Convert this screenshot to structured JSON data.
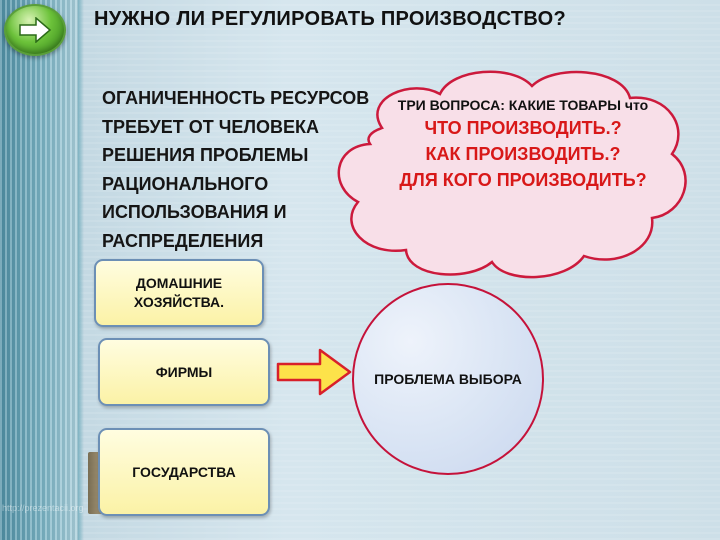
{
  "nav": {
    "next_icon": "right-arrow-icon"
  },
  "watermark": "http://prezentacii.org",
  "title": "НУЖНО ЛИ РЕГУЛИРОВАТЬ ПРОИЗВОДСТВО?",
  "body_lines": [
    "ОГАНИЧЕННОСТЬ РЕСУРСОВ",
    "ТРЕБУЕТ ОТ ЧЕЛОВЕКА",
    "РЕШЕНИЯ ПРОБЛЕМЫ",
    "РАЦИОНАЛЬНОГО",
    "ИСПОЛЬЗОВАНИЯ И",
    "РАСПРЕДЕЛЕНИЯ"
  ],
  "cloud": {
    "heading": "ТРИ ВОПРОСА: КАКИЕ ТОВАРЫ что",
    "q1": "ЧТО ПРОИЗВОДИТЬ.?",
    "q2": "КАК ПРОИЗВОДИТЬ.?",
    "q3": "ДЛЯ КОГО ПРОИЗВОДИТЬ?"
  },
  "boxes": {
    "households": "ДОМАШНИЕ ХОЗЯЙСТВА.",
    "firms": "ФИРМЫ",
    "government": "ГОСУДАРСТВА"
  },
  "circle_label": "ПРОБЛЕМА ВЫБОРА",
  "colors": {
    "accent_red": "#d81818",
    "box_fill": "#fbf2a6",
    "box_border": "#6c8fb5"
  }
}
